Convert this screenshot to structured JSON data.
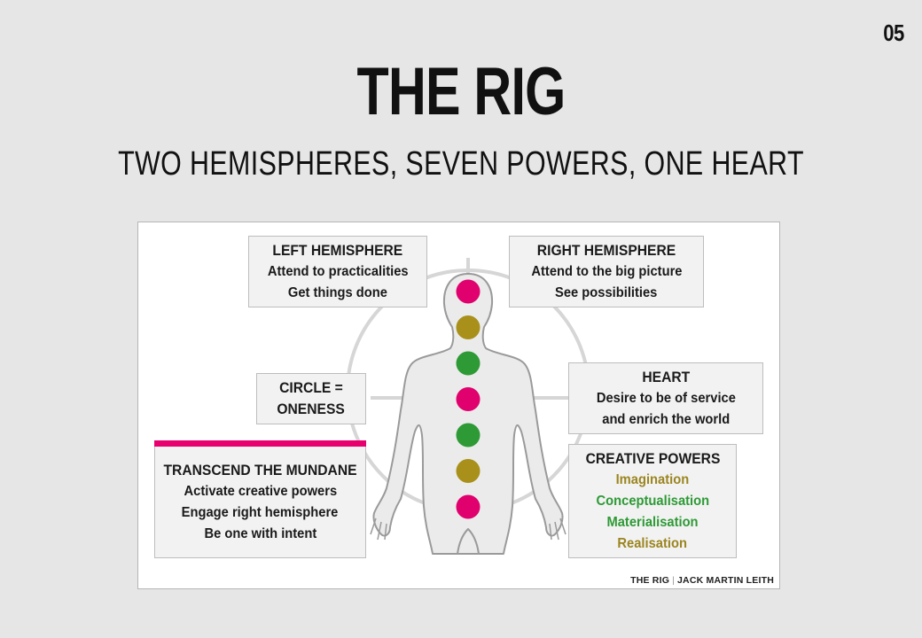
{
  "page_number": "05",
  "title": "THE RIG",
  "subtitle": "TWO HEMISPHERES, SEVEN POWERS, ONE HEART",
  "boxes": {
    "left_hemisphere": {
      "heading": "LEFT HEMISPHERE",
      "line1": "Attend to practicalities",
      "line2": "Get things done"
    },
    "right_hemisphere": {
      "heading": "RIGHT HEMISPHERE",
      "line1": "Attend to the big picture",
      "line2": "See possibilities"
    },
    "circle": {
      "line1": "CIRCLE =",
      "line2": "ONENESS"
    },
    "heart": {
      "heading": "HEART",
      "line1": "Desire to be of service",
      "line2": "and enrich the world"
    },
    "transcend": {
      "heading": "TRANSCEND THE MUNDANE",
      "line1": "Activate creative powers",
      "line2": "Engage right hemisphere",
      "line3": "Be one with intent"
    },
    "creative_powers": {
      "heading": "CREATIVE POWERS",
      "items": [
        "Imagination",
        "Conceptualisation",
        "Materialisation",
        "Realisation"
      ]
    }
  },
  "credit": {
    "left": "THE RIG",
    "right": "JACK MARTIN LEITH"
  },
  "chakra_colors": [
    "#e0006e",
    "#a8901a",
    "#2e9a36",
    "#e0006e",
    "#2e9a36",
    "#a8901a",
    "#e0006e"
  ],
  "colors": {
    "accent": "#e8006e",
    "olive": "#9b8520",
    "green": "#2e9a36",
    "background": "#e6e6e6"
  }
}
